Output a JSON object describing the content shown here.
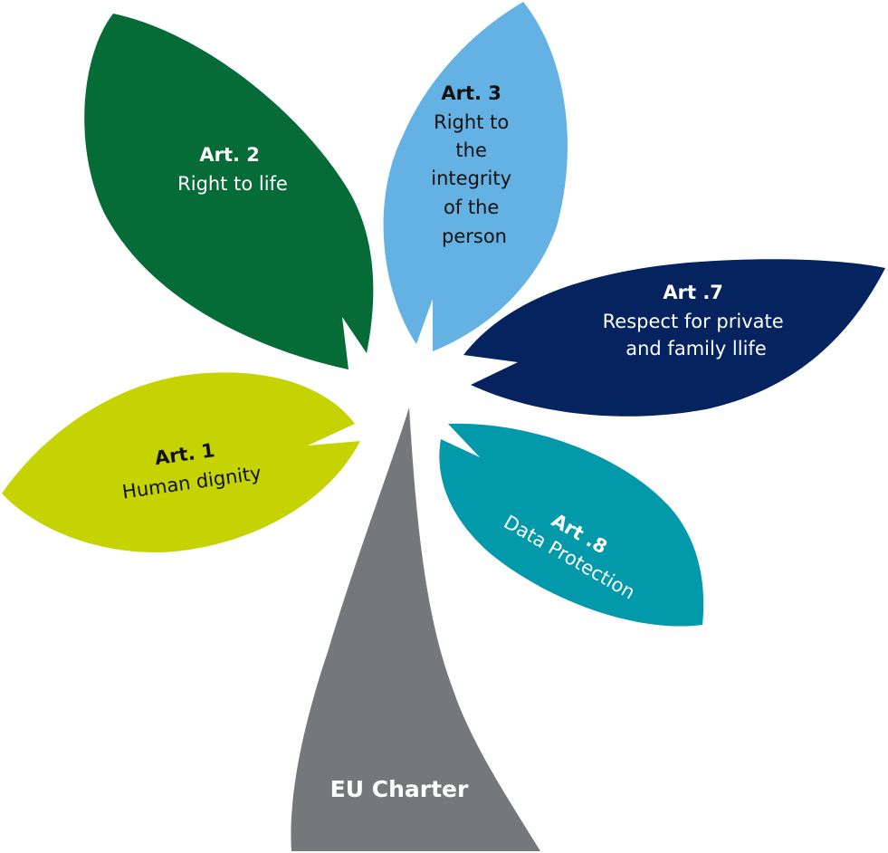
{
  "colors": {
    "art1": "#c5d303",
    "art2": "#066c37",
    "art3": "#64b2e3",
    "art7": "#04235f",
    "art8": "#0299ab",
    "stem": "#75787b",
    "text_dark": "#111111",
    "text_light": "#ffffff"
  },
  "diagram": {
    "stem": {
      "label": "EU Charter"
    },
    "petals": [
      {
        "id": "art1",
        "title": "Art. 1",
        "lines": [
          "Human dignity"
        ]
      },
      {
        "id": "art2",
        "title": "Art. 2",
        "lines": [
          "Right to life"
        ]
      },
      {
        "id": "art3",
        "title": "Art. 3",
        "lines": [
          "Right to",
          "the",
          "integrity",
          "of the",
          "person"
        ]
      },
      {
        "id": "art7",
        "title": "Art .7",
        "lines": [
          "Respect for private",
          "and family llife"
        ]
      },
      {
        "id": "art8",
        "title": "Art .8",
        "lines": [
          "Data Protection"
        ]
      }
    ]
  }
}
